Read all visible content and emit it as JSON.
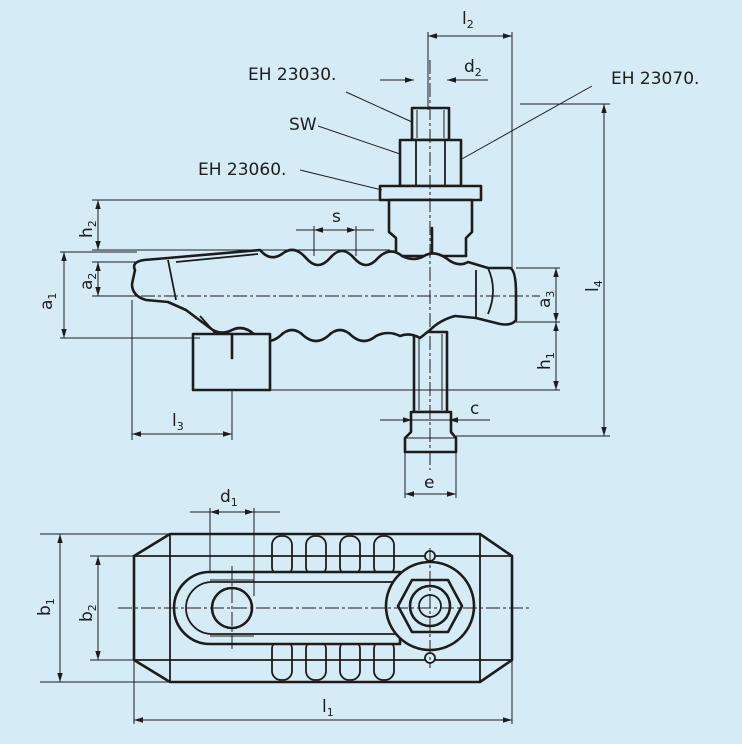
{
  "labels": {
    "part_screw": "EH 23030.",
    "part_nut": "SW",
    "part_washer": "EH 23060.",
    "part_foot": "EH 23070."
  },
  "dimensions": {
    "l2": {
      "letter": "l",
      "sub": "2"
    },
    "d2": {
      "letter": "d",
      "sub": "2"
    },
    "h2": {
      "letter": "h",
      "sub": "2"
    },
    "s": {
      "letter": "s",
      "sub": ""
    },
    "a1": {
      "letter": "a",
      "sub": "1"
    },
    "a2": {
      "letter": "a",
      "sub": "2"
    },
    "a3": {
      "letter": "a",
      "sub": "3"
    },
    "h1": {
      "letter": "h",
      "sub": "1"
    },
    "l4": {
      "letter": "l",
      "sub": "4"
    },
    "l3": {
      "letter": "l",
      "sub": "3"
    },
    "c": {
      "letter": "c",
      "sub": ""
    },
    "e": {
      "letter": "e",
      "sub": ""
    },
    "d1": {
      "letter": "d",
      "sub": "1"
    },
    "b1": {
      "letter": "b",
      "sub": "1"
    },
    "b2": {
      "letter": "b",
      "sub": "2"
    },
    "l1": {
      "letter": "l",
      "sub": "1"
    }
  },
  "colors": {
    "background": "#d5ecf6",
    "line": "#1c1c1c"
  }
}
